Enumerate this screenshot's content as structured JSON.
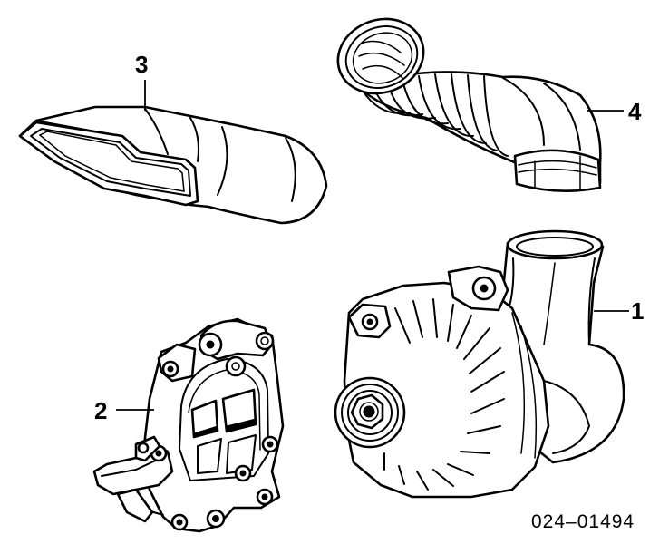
{
  "callouts": {
    "c1": "1",
    "c2": "2",
    "c3": "3",
    "c4": "4"
  },
  "document_number": "024–01494",
  "parts": [
    {
      "callout": "1",
      "icon": "alternator-icon"
    },
    {
      "callout": "2",
      "icon": "mounting-bracket-icon"
    },
    {
      "callout": "3",
      "icon": "air-duct-icon"
    },
    {
      "callout": "4",
      "icon": "bellows-hose-icon"
    }
  ]
}
